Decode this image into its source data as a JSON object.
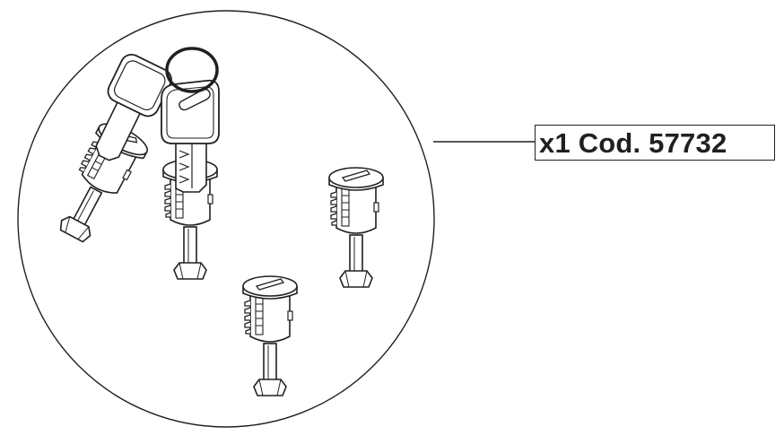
{
  "callout": {
    "label": "x1 Cod. 57732"
  },
  "colors": {
    "line": "#231f20",
    "background": "#ffffff"
  },
  "parts": [
    {
      "name": "key"
    },
    {
      "name": "lock-cylinder"
    }
  ]
}
